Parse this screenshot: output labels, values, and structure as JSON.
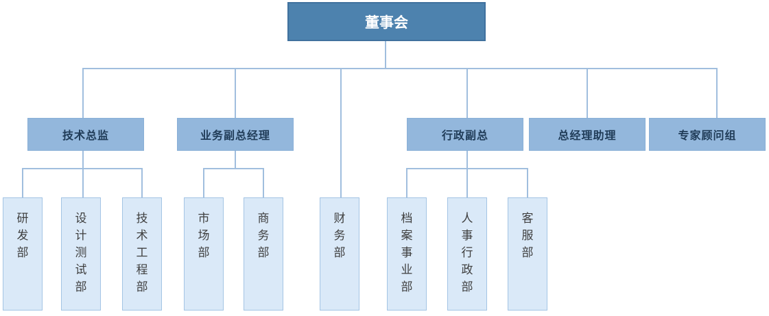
{
  "org": {
    "root": {
      "label": "董事会"
    },
    "level2": [
      {
        "label": "技术总监",
        "parent": "董事会"
      },
      {
        "label": "业务副总经理",
        "parent": "董事会"
      },
      {
        "label": "行政副总",
        "parent": "董事会"
      },
      {
        "label": "总经理助理",
        "parent": "董事会"
      },
      {
        "label": "专家顾问组",
        "parent": "董事会"
      }
    ],
    "level3": [
      {
        "label": "研发部",
        "parent": "技术总监"
      },
      {
        "label": "设计测试部",
        "parent": "技术总监"
      },
      {
        "label": "技术工程部",
        "parent": "技术总监"
      },
      {
        "label": "市场部",
        "parent": "业务副总经理"
      },
      {
        "label": "商务部",
        "parent": "业务副总经理"
      },
      {
        "label": "财务部",
        "parent": "董事会"
      },
      {
        "label": "档案事业部",
        "parent": "行政副总"
      },
      {
        "label": "人事行政部",
        "parent": "行政副总"
      },
      {
        "label": "客服部",
        "parent": "行政副总"
      }
    ]
  },
  "colors": {
    "root-fill": "#4D82AE",
    "root-border": "#40719E",
    "root-text": "#FFFFFF",
    "l2-fill": "#93B7DC",
    "l2-border": "#89AFD7",
    "l2-text": "#203C58",
    "l3-fill": "#DAE9F8",
    "l3-border": "#A3C4E4",
    "l3-text": "#3F3F3F",
    "line": "#A0BEDE",
    "background": "#FFFFFF"
  }
}
